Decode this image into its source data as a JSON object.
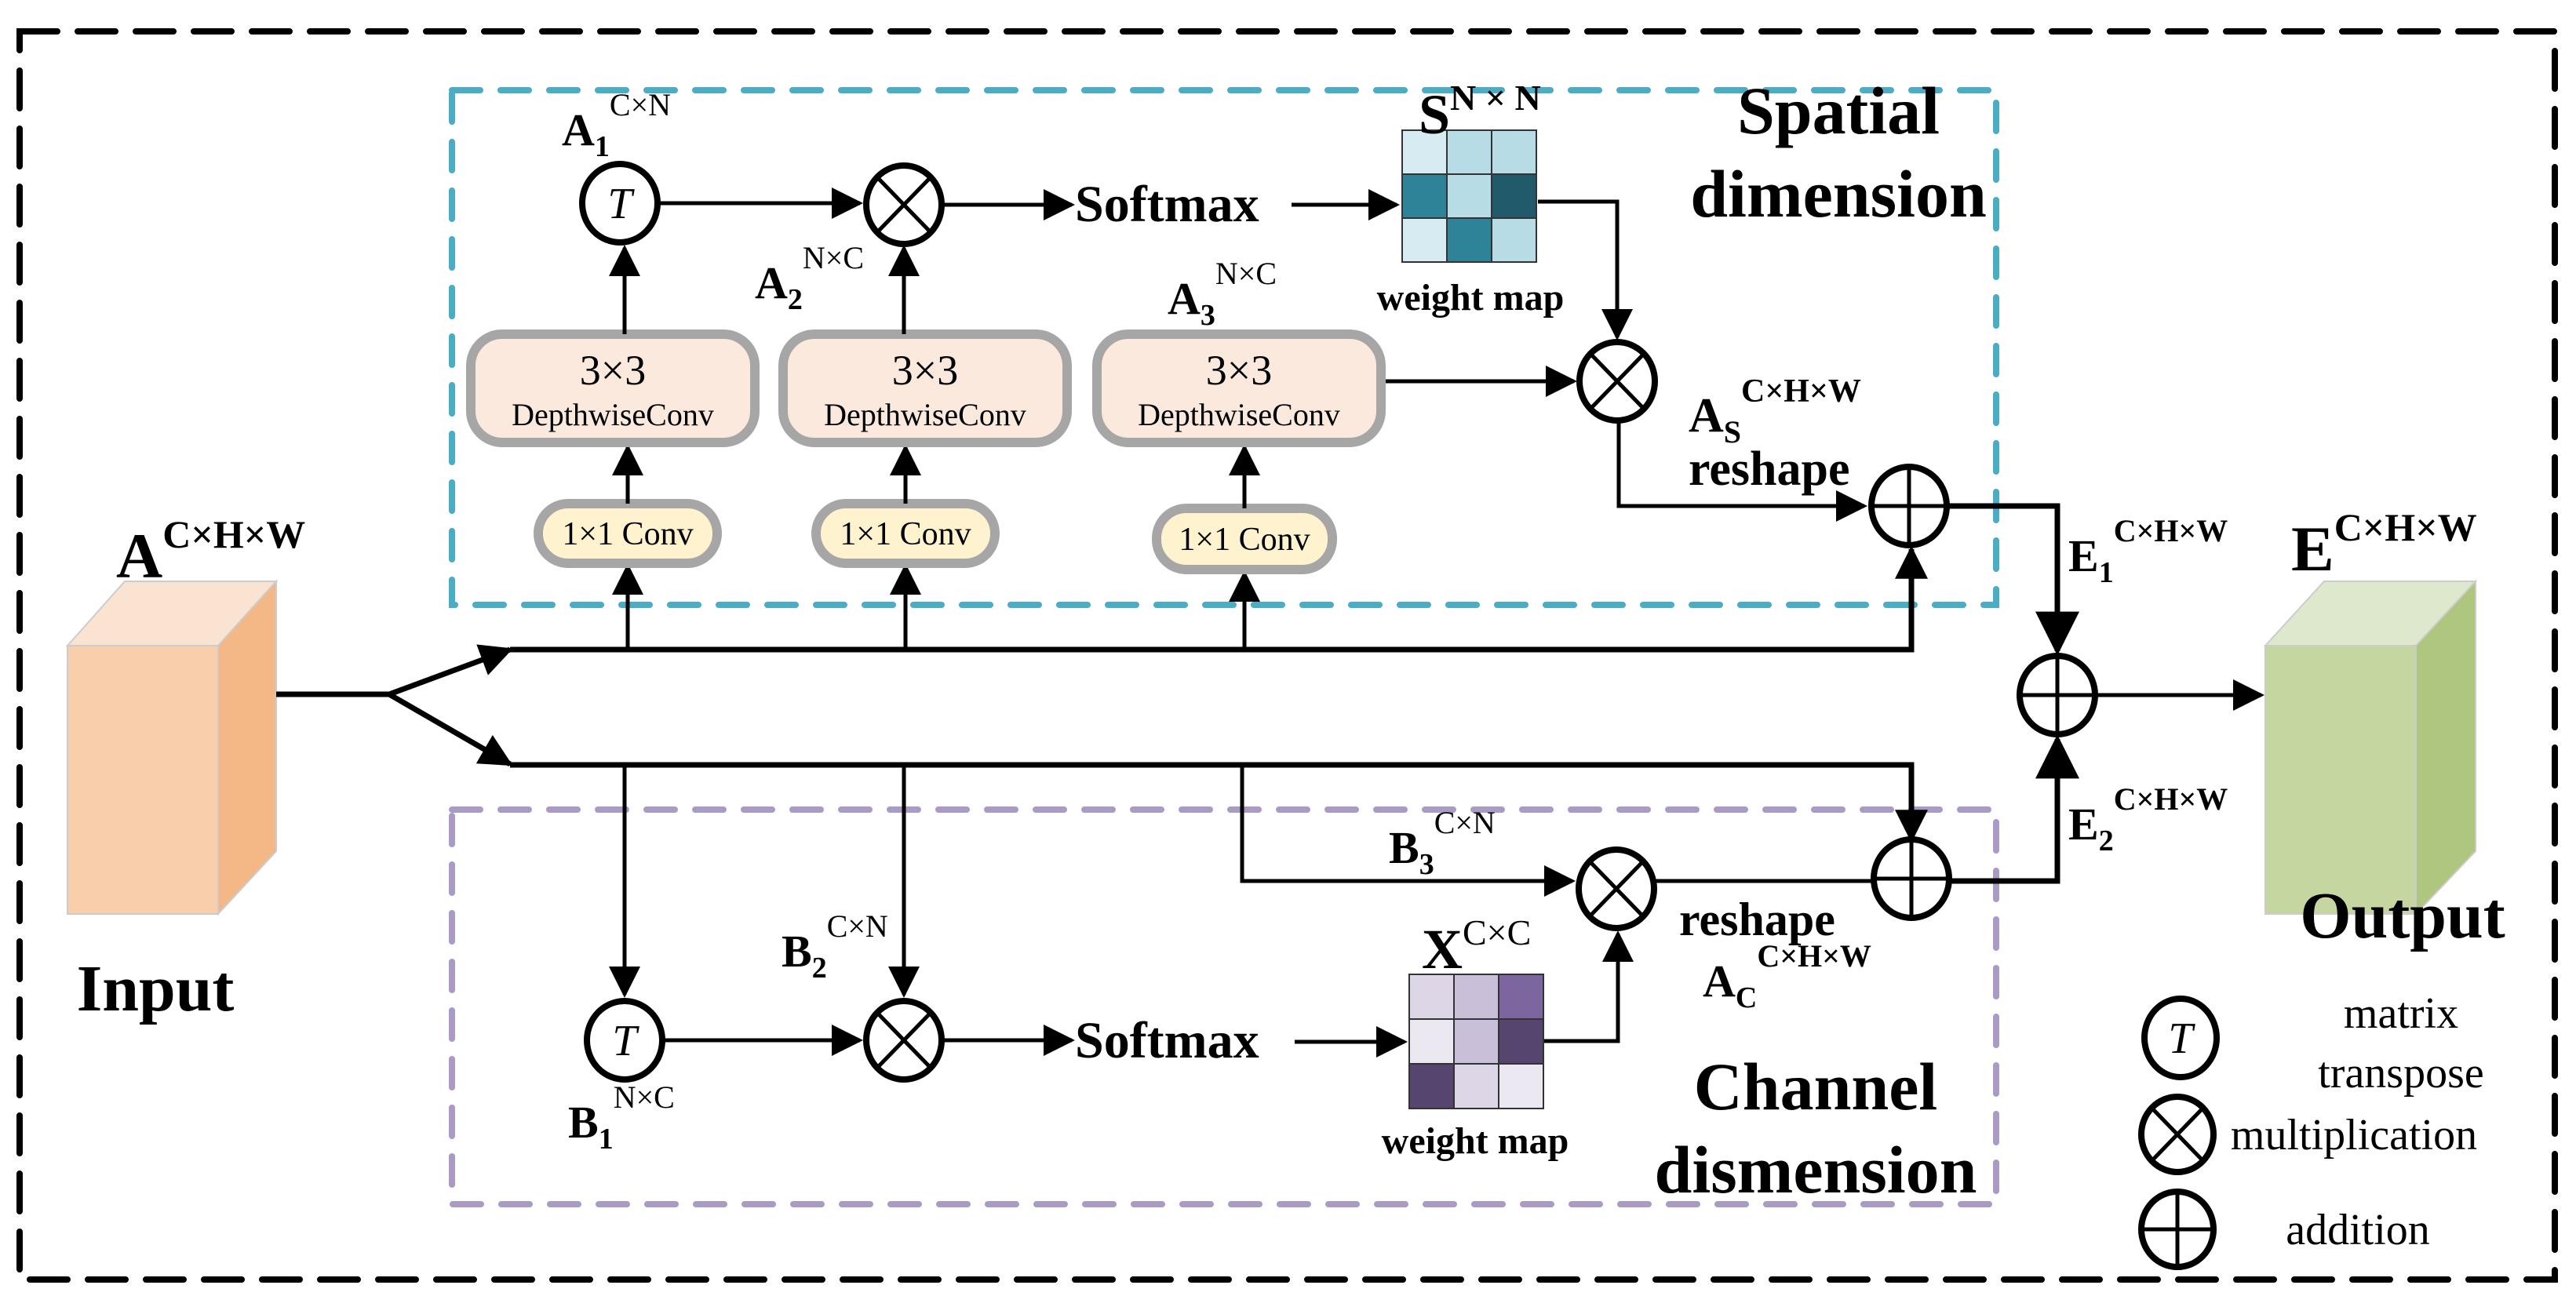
{
  "diagram": {
    "title_spatial": [
      "Spatial",
      "dimension"
    ],
    "title_channel": [
      "Channel",
      "dismension"
    ],
    "input": {
      "label": "Input",
      "var": "A",
      "sup": "C×H×W"
    },
    "output": {
      "label": "Output",
      "var": "E",
      "sup": "C×H×W"
    },
    "spatial": {
      "a1": {
        "var": "A",
        "sub": "1",
        "sup": "C×N"
      },
      "a2": {
        "var": "A",
        "sub": "2",
        "sup": "N×C"
      },
      "a3": {
        "var": "A",
        "sub": "3",
        "sup": "N×C"
      },
      "as": {
        "var": "A",
        "sub": "S",
        "sup": "C×H×W"
      },
      "reshape": "reshape",
      "softmax": "Softmax",
      "weight_map_var": "S",
      "weight_map_sup": "N × N",
      "weight_map_label": "weight map",
      "weight_map_colors": [
        [
          "#d6ebf2",
          "#b7dce6",
          "#b7dce6"
        ],
        [
          "#2f8399",
          "#b7dce6",
          "#215a6a"
        ],
        [
          "#d6ebf2",
          "#2f8399",
          "#b7dce6"
        ]
      ],
      "dwconv": [
        {
          "top": "3×3",
          "bottom": "DepthwiseConv"
        },
        {
          "top": "3×3",
          "bottom": "DepthwiseConv"
        },
        {
          "top": "3×3",
          "bottom": "DepthwiseConv"
        }
      ],
      "conv1x1": [
        "1×1 Conv",
        "1×1 Conv",
        "1×1 Conv"
      ],
      "border_color": "#4bacc6"
    },
    "channel": {
      "b1": {
        "var": "B",
        "sub": "1",
        "sup": "N×C"
      },
      "b2": {
        "var": "B",
        "sub": "2",
        "sup": "C×N"
      },
      "b3": {
        "var": "B",
        "sub": "3",
        "sup": "C×N"
      },
      "ac": {
        "var": "A",
        "sub": "C",
        "sup": "C×H×W"
      },
      "reshape": "reshape",
      "softmax": "Softmax",
      "weight_map_var": "X",
      "weight_map_sup": "C×C",
      "weight_map_label": "weight map",
      "weight_map_colors": [
        [
          "#dcd6e6",
          "#c9bfd9",
          "#7d669f"
        ],
        [
          "#ece8f1",
          "#c9bfd9",
          "#56456e"
        ],
        [
          "#56456e",
          "#dcd6e6",
          "#ece8f1"
        ]
      ],
      "border_color": "#a99bc3"
    },
    "fusion": {
      "e1": {
        "var": "E",
        "sub": "1",
        "sup": "C×H×W"
      },
      "e2": {
        "var": "E",
        "sub": "2",
        "sup": "C×H×W"
      }
    },
    "legend": {
      "transpose_symbol": "T",
      "transpose_label": [
        "matrix",
        "transpose"
      ],
      "multiplication_label": "multiplication",
      "addition_label": "addition"
    },
    "colors": {
      "input_top": "#fbe3d1",
      "input_front": "#f8cfaa",
      "input_side": "#f4b786",
      "output_top": "#dde8cc",
      "output_front": "#c5d6a0",
      "output_side": "#afc67f"
    }
  }
}
